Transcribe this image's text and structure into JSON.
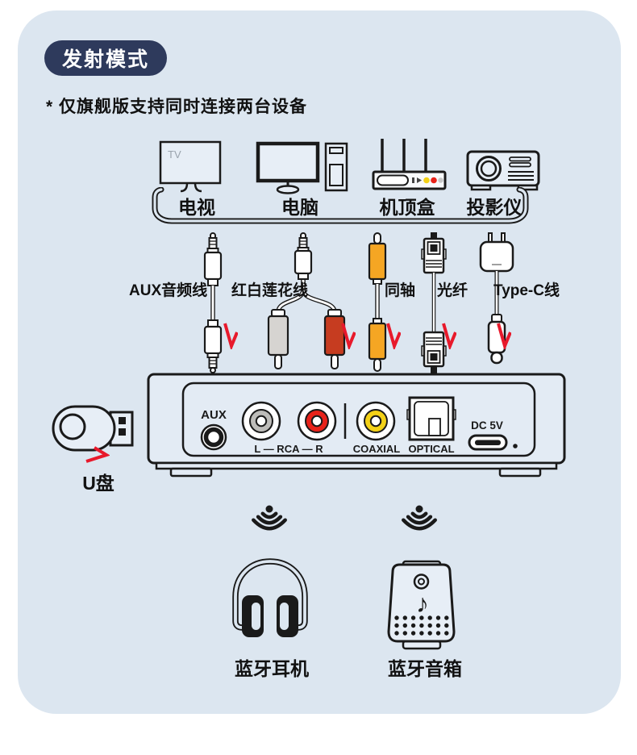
{
  "header": {
    "badge": "发射模式",
    "note": "* 仅旗舰版支持同时连接两台设备"
  },
  "sources": {
    "tv": "电视",
    "tv_screen": "TV",
    "computer": "电脑",
    "set_top_box": "机顶盒",
    "projector": "投影仪"
  },
  "cables": {
    "aux": "AUX音频线",
    "rca": "红白莲花线",
    "coaxial": "同轴",
    "optical": "光纤",
    "type_c": "Type-C线"
  },
  "panel_ports": {
    "aux": "AUX",
    "rca": "L — RCA — R",
    "coaxial": "COAXIAL",
    "optical": "OPTICAL",
    "dc": "DC 5V"
  },
  "usb_drive": {
    "label": "U盘"
  },
  "outputs": {
    "headphones": "蓝牙耳机",
    "speaker": "蓝牙音箱"
  },
  "colors": {
    "panel_bg": "#dce6f0",
    "badge_bg": "#2e3a5c",
    "arrow_red": "#e8192b",
    "rca_gray": "#d6d4d1",
    "rca_red": "#c63c20",
    "coax_orange": "#f5a623",
    "jack_gray": "#bdbcb9",
    "jack_red": "#e8231a",
    "jack_yellow": "#f3d117",
    "line": "#1a1a1a"
  }
}
